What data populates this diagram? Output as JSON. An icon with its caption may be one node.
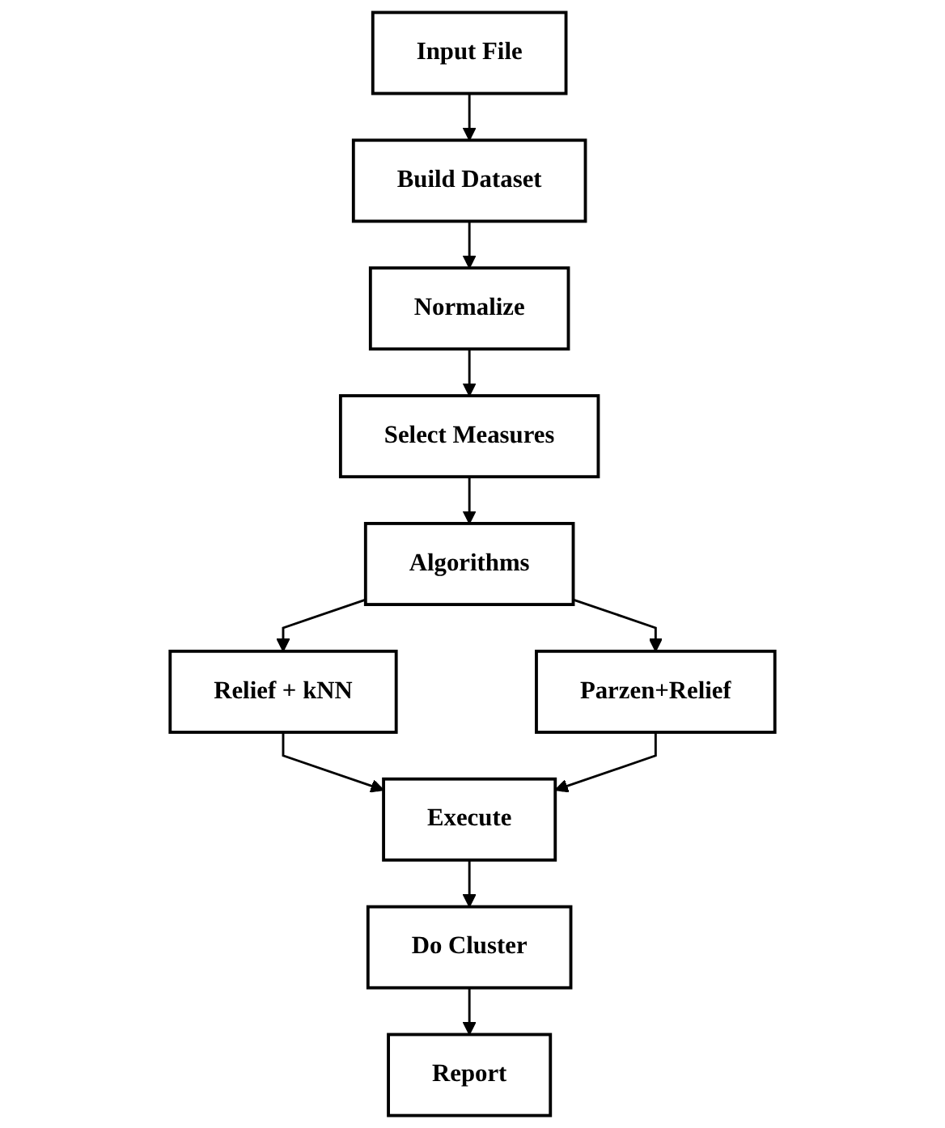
{
  "diagram": {
    "nodes": [
      {
        "text": [
          "Input File"
        ]
      },
      {
        "text": [
          "Build Dataset"
        ]
      },
      {
        "text": [
          "Normalize"
        ]
      },
      {
        "text": [
          "Select Measures"
        ]
      },
      {
        "text": [
          "Algorithms"
        ]
      },
      {
        "text": [
          "Relief + kNN"
        ]
      },
      {
        "text": [
          "Parzen+Relief"
        ]
      },
      {
        "text": [
          "Execute"
        ]
      },
      {
        "text": [
          "Do Cluster"
        ]
      },
      {
        "text": [
          "Report"
        ]
      }
    ],
    "edges": [
      {
        "from": 0,
        "to": 1,
        "arrow": "to"
      },
      {
        "from": 1,
        "to": 2,
        "arrow": "to"
      },
      {
        "from": 2,
        "to": 3,
        "arrow": "to"
      },
      {
        "from": 3,
        "to": 4,
        "arrow": "to"
      },
      {
        "from": 4,
        "to": 5,
        "arrow": "to"
      },
      {
        "from": 4,
        "to": 6,
        "arrow": "to"
      },
      {
        "from": 5,
        "to": 7,
        "arrow": "to"
      },
      {
        "from": 6,
        "to": 7,
        "arrow": "to"
      },
      {
        "from": 7,
        "to": 8,
        "arrow": "to"
      },
      {
        "from": 8,
        "to": 9,
        "arrow": "to"
      }
    ]
  }
}
